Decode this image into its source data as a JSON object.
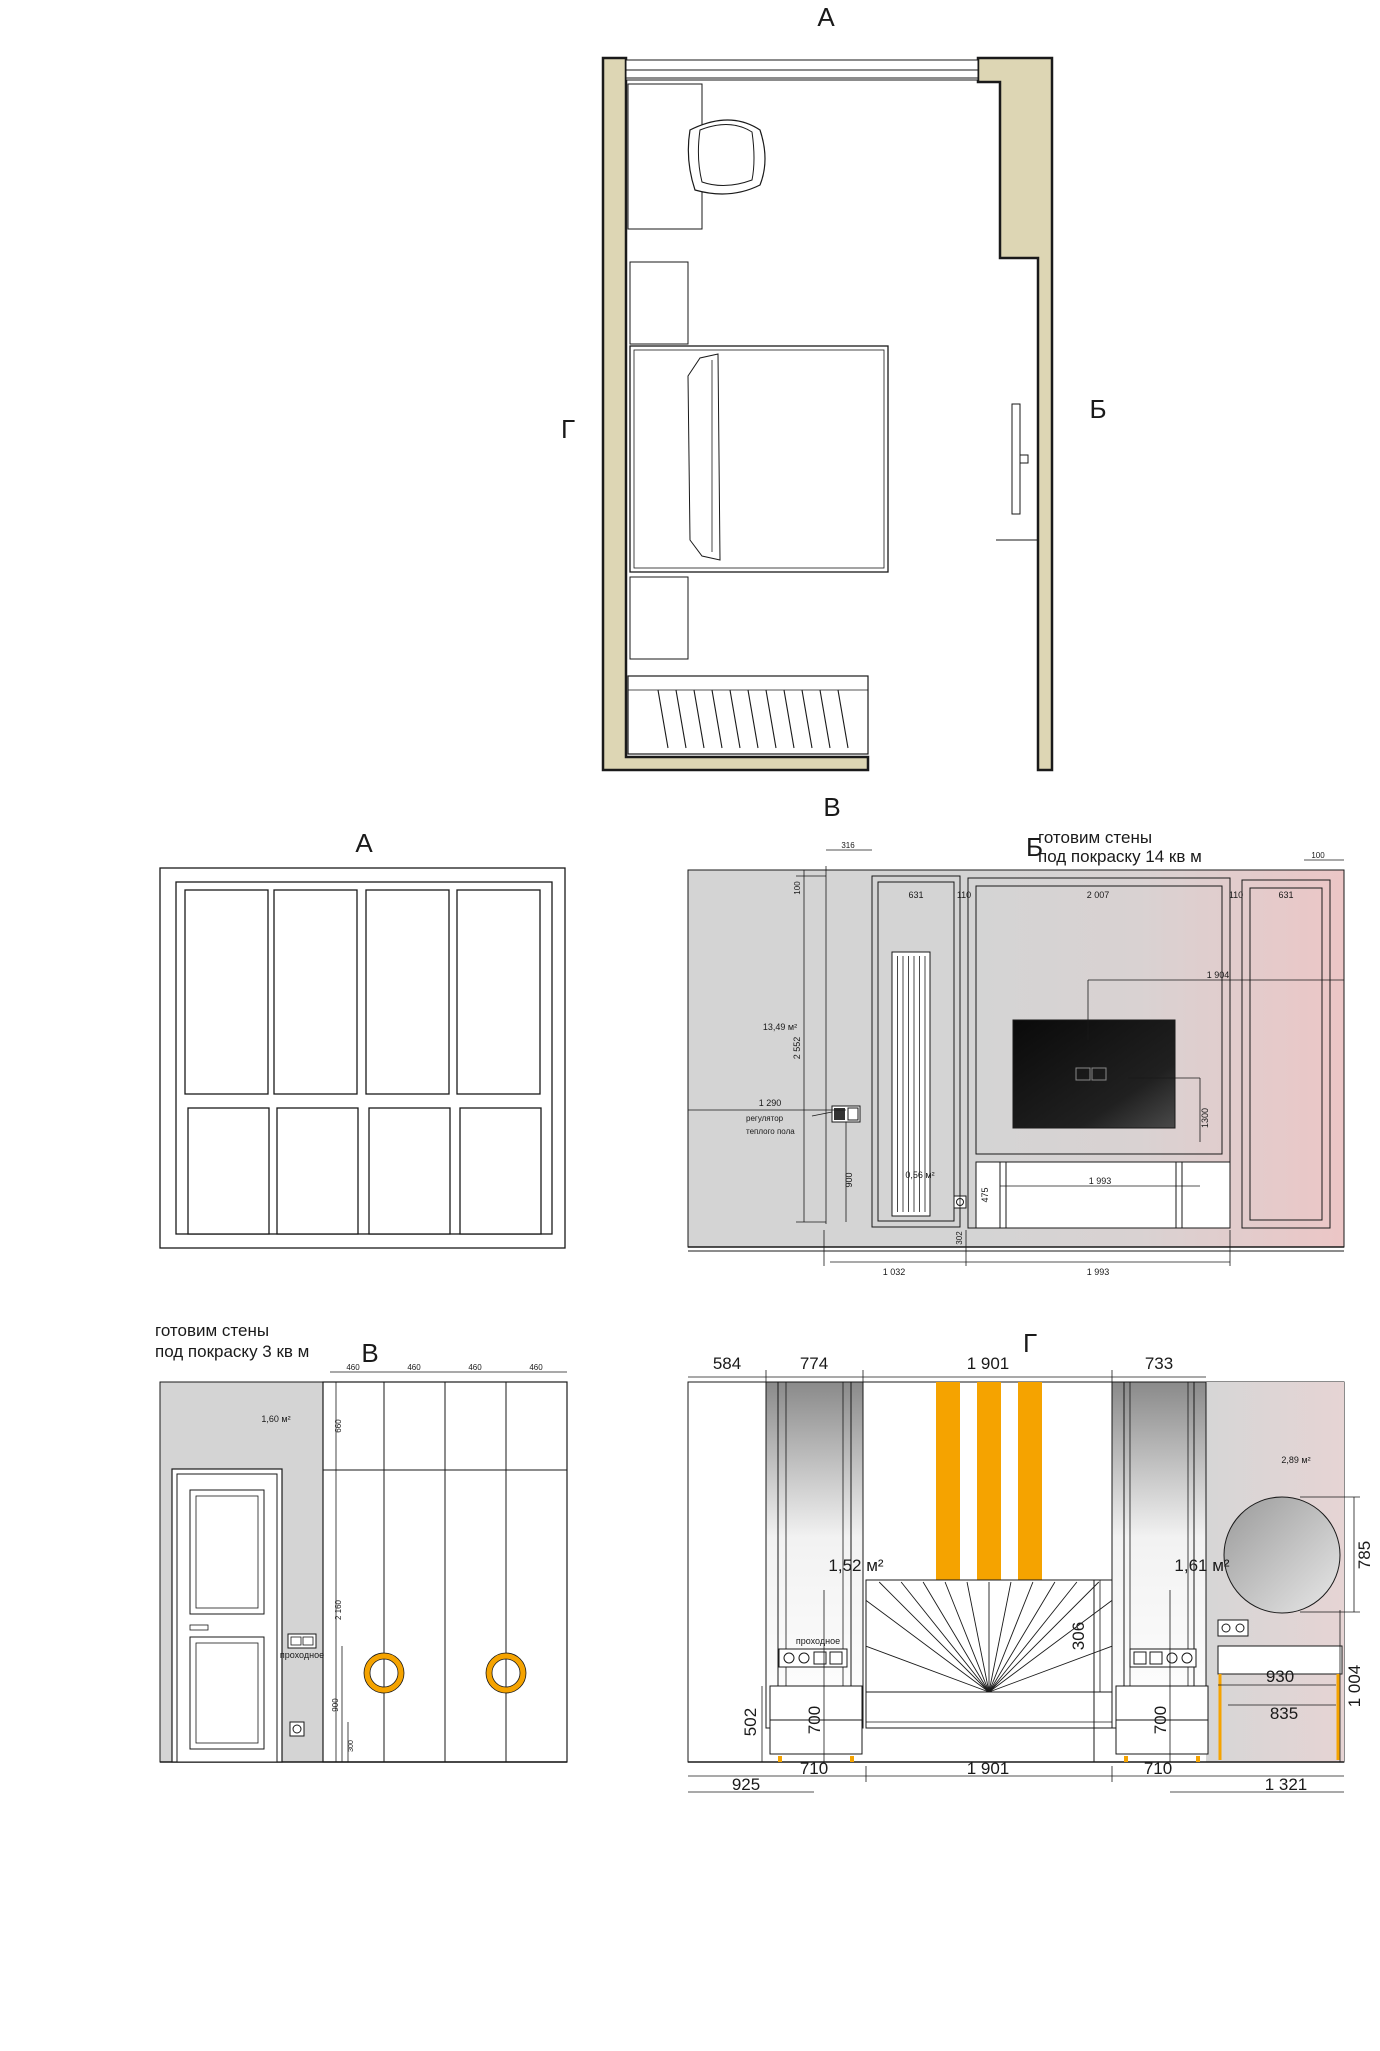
{
  "colors": {
    "wall": "#ddd6b4",
    "paint_gray": "#d4d4d4",
    "pink_gradient_end": "#ecc6c6",
    "accent_orange": "#f5a300",
    "tv": "#111111",
    "line": "#1a1a1a"
  },
  "plan": {
    "label_top": "А",
    "label_right": "Б",
    "label_bottom": "В",
    "label_left": "Г"
  },
  "elev_a": {
    "title": "А"
  },
  "elev_b": {
    "title": "Б",
    "note_line1": "готовим стены",
    "note_line2": "под покраску 14 кв м",
    "area_main": "13,49 м²",
    "area_small": "0,56 м²",
    "thermostat_line1": "регулятор",
    "thermostat_line2": "теплого пола",
    "dims": {
      "d316": "316",
      "d100_right": "100",
      "d100_left": "100",
      "d631_left": "631",
      "d110_left": "110",
      "d2007": "2 007",
      "d110_right": "110",
      "d631_right": "631",
      "d1904": "1 904",
      "d2552": "2 552",
      "d1290": "1 290",
      "d1300": "1300",
      "d900": "900",
      "d475": "475",
      "d1993_console": "1 993",
      "d302": "302",
      "d1032": "1 032",
      "d1993_bottom": "1 993"
    }
  },
  "elev_v": {
    "title": "В",
    "note_line1": "готовим стены",
    "note_line2": "под покраску 3 кв м",
    "area": "1,60 м²",
    "switch_label": "проходное",
    "dims": {
      "w1": "460",
      "w2": "460",
      "w3": "460",
      "w4": "460",
      "h660": "660",
      "h2160": "2 160",
      "h900": "900",
      "h300": "300"
    }
  },
  "elev_g": {
    "title": "Г",
    "area_left": "1,52 м²",
    "area_right": "1,61 м²",
    "area_wall": "2,89 м²",
    "switch_label": "проходное",
    "dims": {
      "top_584": "584",
      "top_774": "774",
      "top_1901": "1 901",
      "top_733": "733",
      "h785": "785",
      "h306": "306",
      "h502": "502",
      "h700_left": "700",
      "h700_right": "700",
      "w930": "930",
      "w835": "835",
      "h1004": "1 004",
      "bot_925": "925",
      "bot_710_left": "710",
      "bot_1901": "1 901",
      "bot_710_right": "710",
      "bot_1321": "1 321"
    }
  }
}
